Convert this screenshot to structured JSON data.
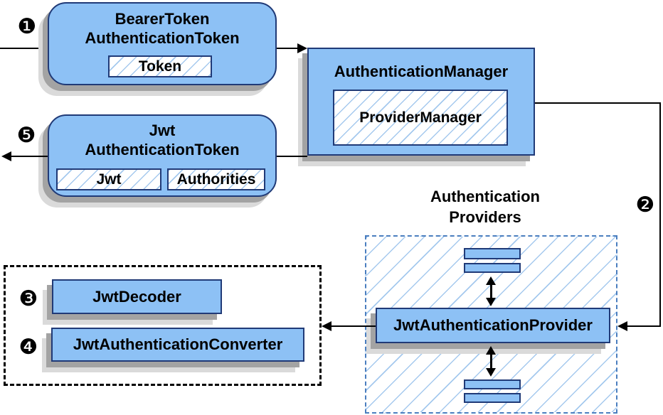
{
  "diagram": {
    "steps": {
      "s1": "❶",
      "s2": "❷",
      "s3": "❸",
      "s4": "❹",
      "s5": "❺"
    },
    "bearer_box": {
      "title1": "BearerToken",
      "title2": "AuthenticationToken",
      "token_chip": "Token"
    },
    "manager_box": {
      "title": "AuthenticationManager",
      "provider_manager_chip": "ProviderManager"
    },
    "jwt_box": {
      "title1": "Jwt",
      "title2": "AuthenticationToken",
      "jwt_chip": "Jwt",
      "authorities_chip": "Authorities"
    },
    "providers_group": {
      "label1": "Authentication",
      "label2": "Providers",
      "provider": "JwtAuthenticationProvider"
    },
    "converters_group": {
      "decoder": "JwtDecoder",
      "converter": "JwtAuthenticationConverter"
    },
    "colors": {
      "box_fill": "#8dc1f5",
      "box_border": "#203a77",
      "hatch_line": "#a5c9ee",
      "shadow_dark": "#a3a3a3",
      "shadow_light": "#dadada",
      "dashed_blue_border": "#4a7ebf",
      "dashed_black_border": "#000000",
      "arrow": "#000000"
    }
  }
}
